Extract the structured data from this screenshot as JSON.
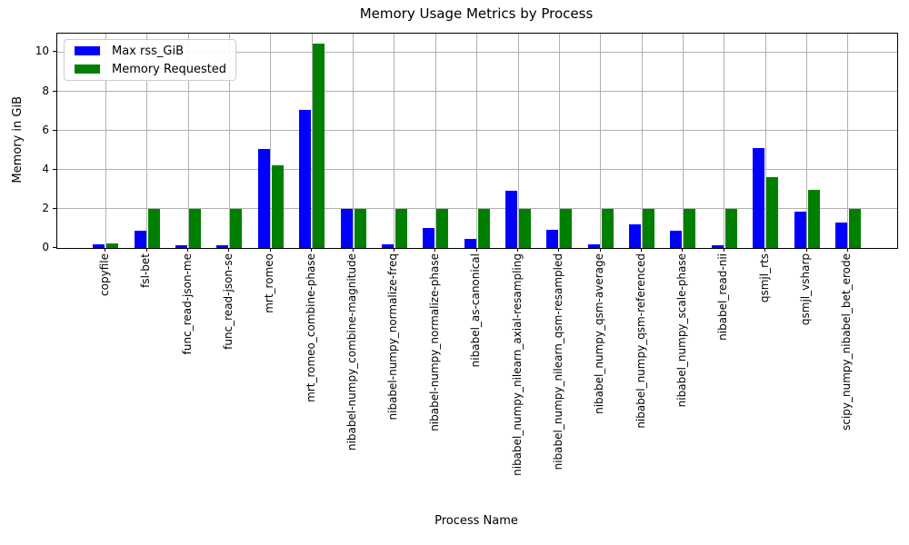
{
  "chart_data": {
    "type": "bar",
    "title": "Memory Usage Metrics by Process",
    "xlabel": "Process Name",
    "ylabel": "Memory in GiB",
    "ylim": [
      0,
      10.95
    ],
    "yticks": [
      0,
      2,
      4,
      6,
      8,
      10
    ],
    "grid": true,
    "legend_position": "upper-left",
    "categories": [
      "copyfile",
      "fsl-bet",
      "func_read-json-me",
      "func_read-json-se",
      "mrt_romeo",
      "mrt_romeo_combine-phase",
      "nibabel-numpy_combine-magnitude",
      "nibabel-numpy_normalize-freq",
      "nibabel-numpy_normalize-phase",
      "nibabel_as-canonical",
      "nibabel_numpy_nilearn_axial-resampling",
      "nibabel_numpy_nilearn_qsm-resampled",
      "nibabel_numpy_qsm-average",
      "nibabel_numpy_qsm-referenced",
      "nibabel_numpy_scale-phase",
      "nibabel_read-nii",
      "qsmjl_rts",
      "qsmjl_vsharp",
      "scipy_numpy_nibabel_bet_erode"
    ],
    "series": [
      {
        "name": "Max rss_GiB",
        "color": "#0000ff",
        "values": [
          0.2,
          0.9,
          0.15,
          0.15,
          5.05,
          7.05,
          2.0,
          0.2,
          1.0,
          0.45,
          2.9,
          0.95,
          0.2,
          1.2,
          0.9,
          0.15,
          5.1,
          1.85,
          1.3
        ]
      },
      {
        "name": "Memory Requested",
        "color": "#008000",
        "values": [
          0.25,
          2.0,
          2.0,
          2.0,
          4.2,
          10.43,
          2.0,
          2.0,
          2.0,
          2.0,
          2.0,
          2.0,
          2.0,
          2.0,
          2.0,
          2.0,
          3.6,
          2.95,
          2.0
        ]
      }
    ],
    "colors": {
      "grid": "#b0b0b0",
      "axis": "#000000",
      "background": "#ffffff"
    }
  }
}
